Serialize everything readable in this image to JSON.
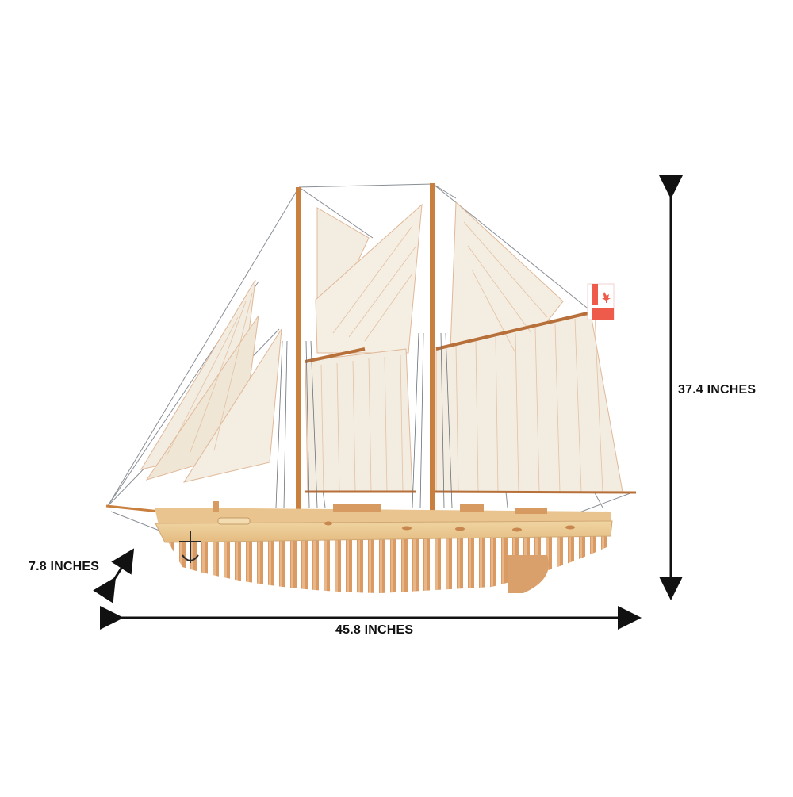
{
  "product": {
    "subject": "Schooner model ship with two masts, canvas sails and open-frame wooden hull",
    "flag": "Canadian flag"
  },
  "dimensions": {
    "height_label": "37.4 INCHES",
    "length_label": "45.8 INCHES",
    "depth_label": "7.8 INCHES"
  },
  "colors": {
    "background": "#ffffff",
    "arrow": "#111111",
    "sail": "#f3ece0",
    "sail_seam": "#e0b898",
    "wood_light": "#e8c58f",
    "wood_dark": "#c8874e",
    "mast": "#c97f3e",
    "rigging": "#8a8f96",
    "flag_red": "#ef5b4a"
  }
}
